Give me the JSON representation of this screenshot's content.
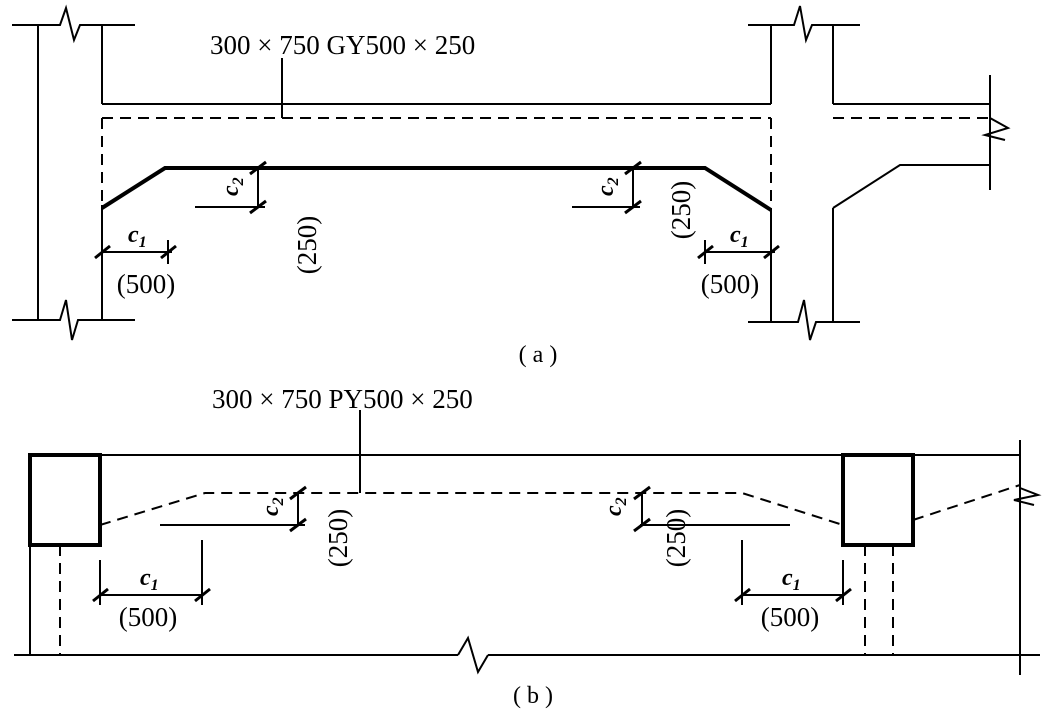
{
  "panel_a": {
    "beam_label": "300 × 750  GY500 × 250",
    "c2_symbol": "c",
    "c2_sub": "2",
    "c1_symbol": "c",
    "c1_sub": "1",
    "c2_value": "(250)",
    "c1_value": "(500)",
    "caption": "( a )"
  },
  "panel_b": {
    "beam_label": "300 × 750  PY500 × 250",
    "c2_symbol": "c",
    "c2_sub": "2",
    "c1_symbol": "c",
    "c1_sub": "1",
    "c2_value": "(250)",
    "c1_value": "(500)",
    "caption": "( b )"
  }
}
